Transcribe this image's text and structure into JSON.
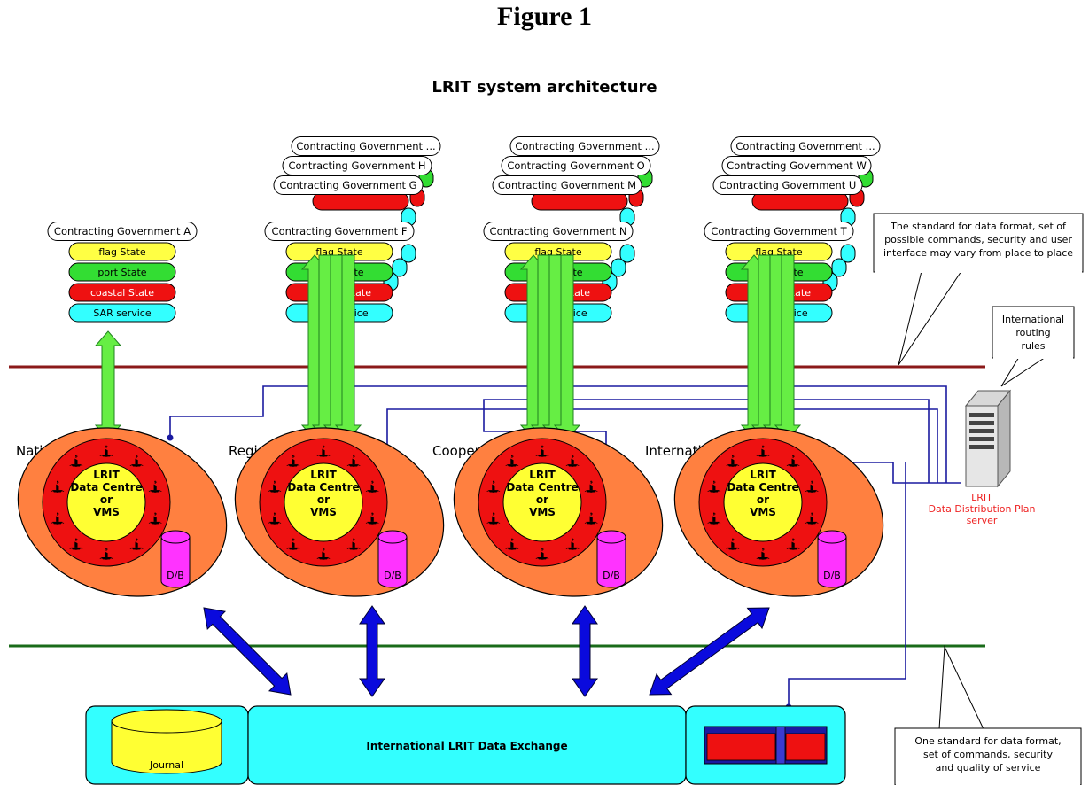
{
  "figure_title": "Figure 1",
  "subtitle": "LRIT system architecture",
  "tiers": [
    {
      "label": "National",
      "front_government": "Contracting Government A",
      "stack_governments": []
    },
    {
      "label": "Regional",
      "front_government": "Contracting Government F",
      "stack_governments": [
        "Contracting Government ...",
        "Contracting Government H",
        "Contracting Government G"
      ]
    },
    {
      "label": "Cooperative",
      "front_government": "Contracting Government N",
      "stack_governments": [
        "Contracting Government ...",
        "Contracting Government O",
        "Contracting Government M"
      ]
    },
    {
      "label": "International",
      "front_government": "Contracting Government T",
      "stack_governments": [
        "Contracting Government ...",
        "Contracting Government W",
        "Contracting Government U"
      ]
    }
  ],
  "state_layers": [
    {
      "label": "flag State",
      "color": "#ffff44"
    },
    {
      "label": "port State",
      "color": "#33dd33"
    },
    {
      "label": "coastal State",
      "color": "#ee1111"
    },
    {
      "label": "SAR service",
      "color": "#33ffff"
    }
  ],
  "data_centre": {
    "line1": "LRIT",
    "line2": "Data Centre",
    "line3": "or",
    "line4": "VMS",
    "db_label": "D/B"
  },
  "server": {
    "line1": "LRIT",
    "line2": "Data Distribution Plan",
    "line3": "server"
  },
  "callouts": {
    "standards_vary": [
      "The standard for data format, set of",
      "possible commands, security and user",
      "interface may vary from place to place"
    ],
    "routing": [
      "International",
      "routing",
      "rules"
    ],
    "one_standard": [
      "One standard for data format,",
      "set of commands, security",
      "and quality of service"
    ]
  },
  "exchange": {
    "label": "International LRIT Data Exchange",
    "journal": "Journal"
  },
  "colors": {
    "upper_line": "#8b1a1a",
    "lower_line": "#1a6b1a",
    "wire": "#1a1aa0",
    "exchange_fill": "#33ffff",
    "ellipse": "#ff8040",
    "ring": "#ee1111",
    "centre": "#ffff33",
    "db": "#ff33ff",
    "green_arrow": "#66ee44",
    "blue_arrow": "#0a0add",
    "server_text": "#ee2222"
  }
}
